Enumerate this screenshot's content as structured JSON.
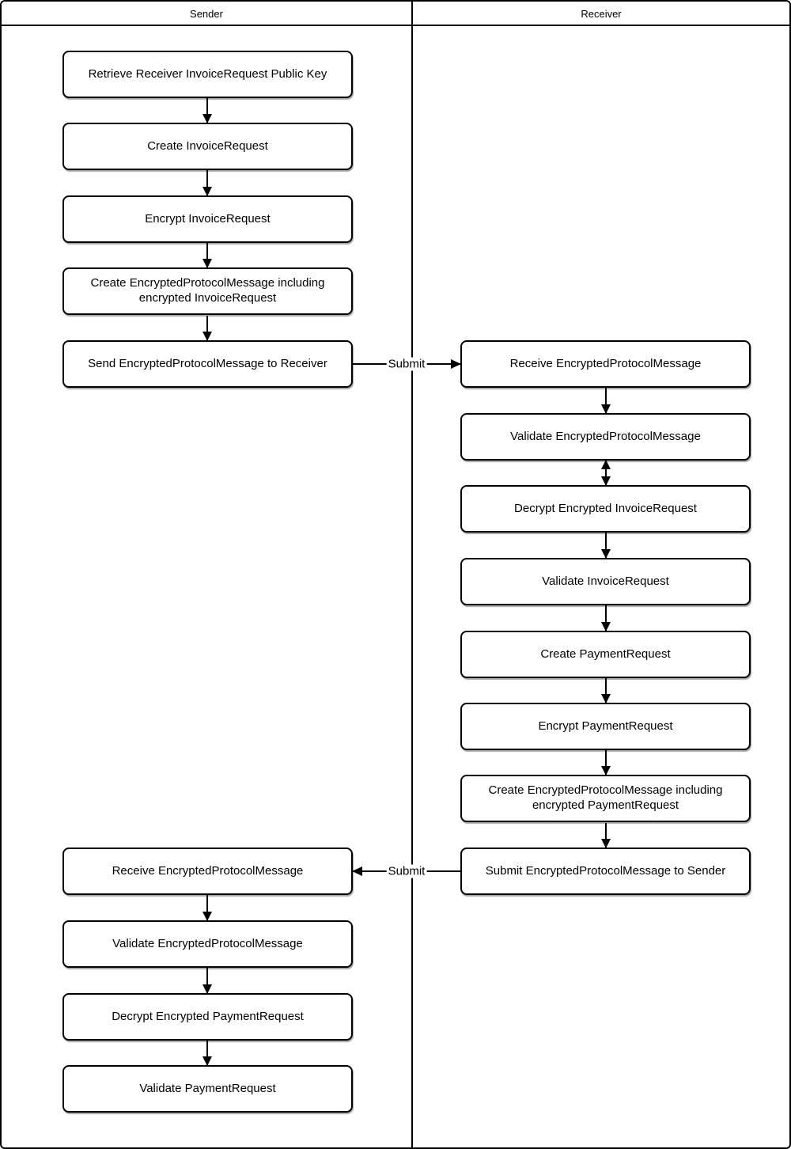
{
  "lanes": [
    {
      "label": "Sender"
    },
    {
      "label": "Receiver"
    }
  ],
  "nodes": {
    "s1": {
      "label": "Retrieve Receiver InvoiceRequest Public Key"
    },
    "s2": {
      "label": "Create InvoiceRequest"
    },
    "s3": {
      "label": "Encrypt InvoiceRequest"
    },
    "s4": {
      "label": "Create EncryptedProtocolMessage including encrypted InvoiceRequest"
    },
    "s5": {
      "label": "Send EncryptedProtocolMessage to Receiver"
    },
    "s6": {
      "label": "Receive EncryptedProtocolMessage"
    },
    "s7": {
      "label": "Validate EncryptedProtocolMessage"
    },
    "s8": {
      "label": "Decrypt Encrypted PaymentRequest"
    },
    "s9": {
      "label": "Validate PaymentRequest"
    },
    "r1": {
      "label": "Receive EncryptedProtocolMessage"
    },
    "r2": {
      "label": "Validate EncryptedProtocolMessage"
    },
    "r3": {
      "label": "Decrypt Encrypted InvoiceRequest"
    },
    "r4": {
      "label": "Validate InvoiceRequest"
    },
    "r5": {
      "label": "Create PaymentRequest"
    },
    "r6": {
      "label": "Encrypt PaymentRequest"
    },
    "r7": {
      "label": "Create EncryptedProtocolMessage including encrypted PaymentRequest"
    },
    "r8": {
      "label": "Submit EncryptedProtocolMessage to Sender"
    }
  },
  "edges": {
    "submit_to_receiver": {
      "label": "Submit"
    },
    "submit_to_sender": {
      "label": "Submit"
    }
  },
  "colors": {
    "line": "#000000",
    "node_fill": "#ffffff",
    "background": "#ffffff"
  }
}
